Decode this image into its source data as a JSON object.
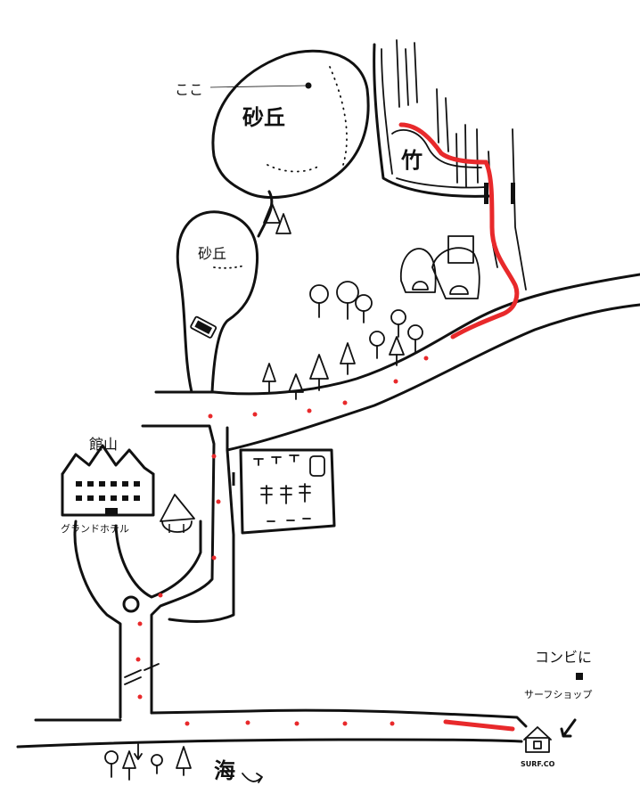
{
  "labels": {
    "here": "ここ",
    "dune_large": "砂丘",
    "dune_small": "砂丘",
    "bamboo": "竹",
    "hotel_name_kanji": "館山",
    "hotel_name_kana": "グランドホテル",
    "convenience_store": "コンビに",
    "surf_shop": "サーフショップ",
    "surf_shop_sign": "SURF.CO",
    "sea": "海"
  },
  "colors": {
    "ink": "#111111",
    "route": "#e8292b",
    "background": "#ffffff"
  },
  "icons": {
    "here_marker": "filled-dot",
    "store_marker": "filled-square",
    "shop_building": "house-icon",
    "pointer": "arrow-icon"
  }
}
